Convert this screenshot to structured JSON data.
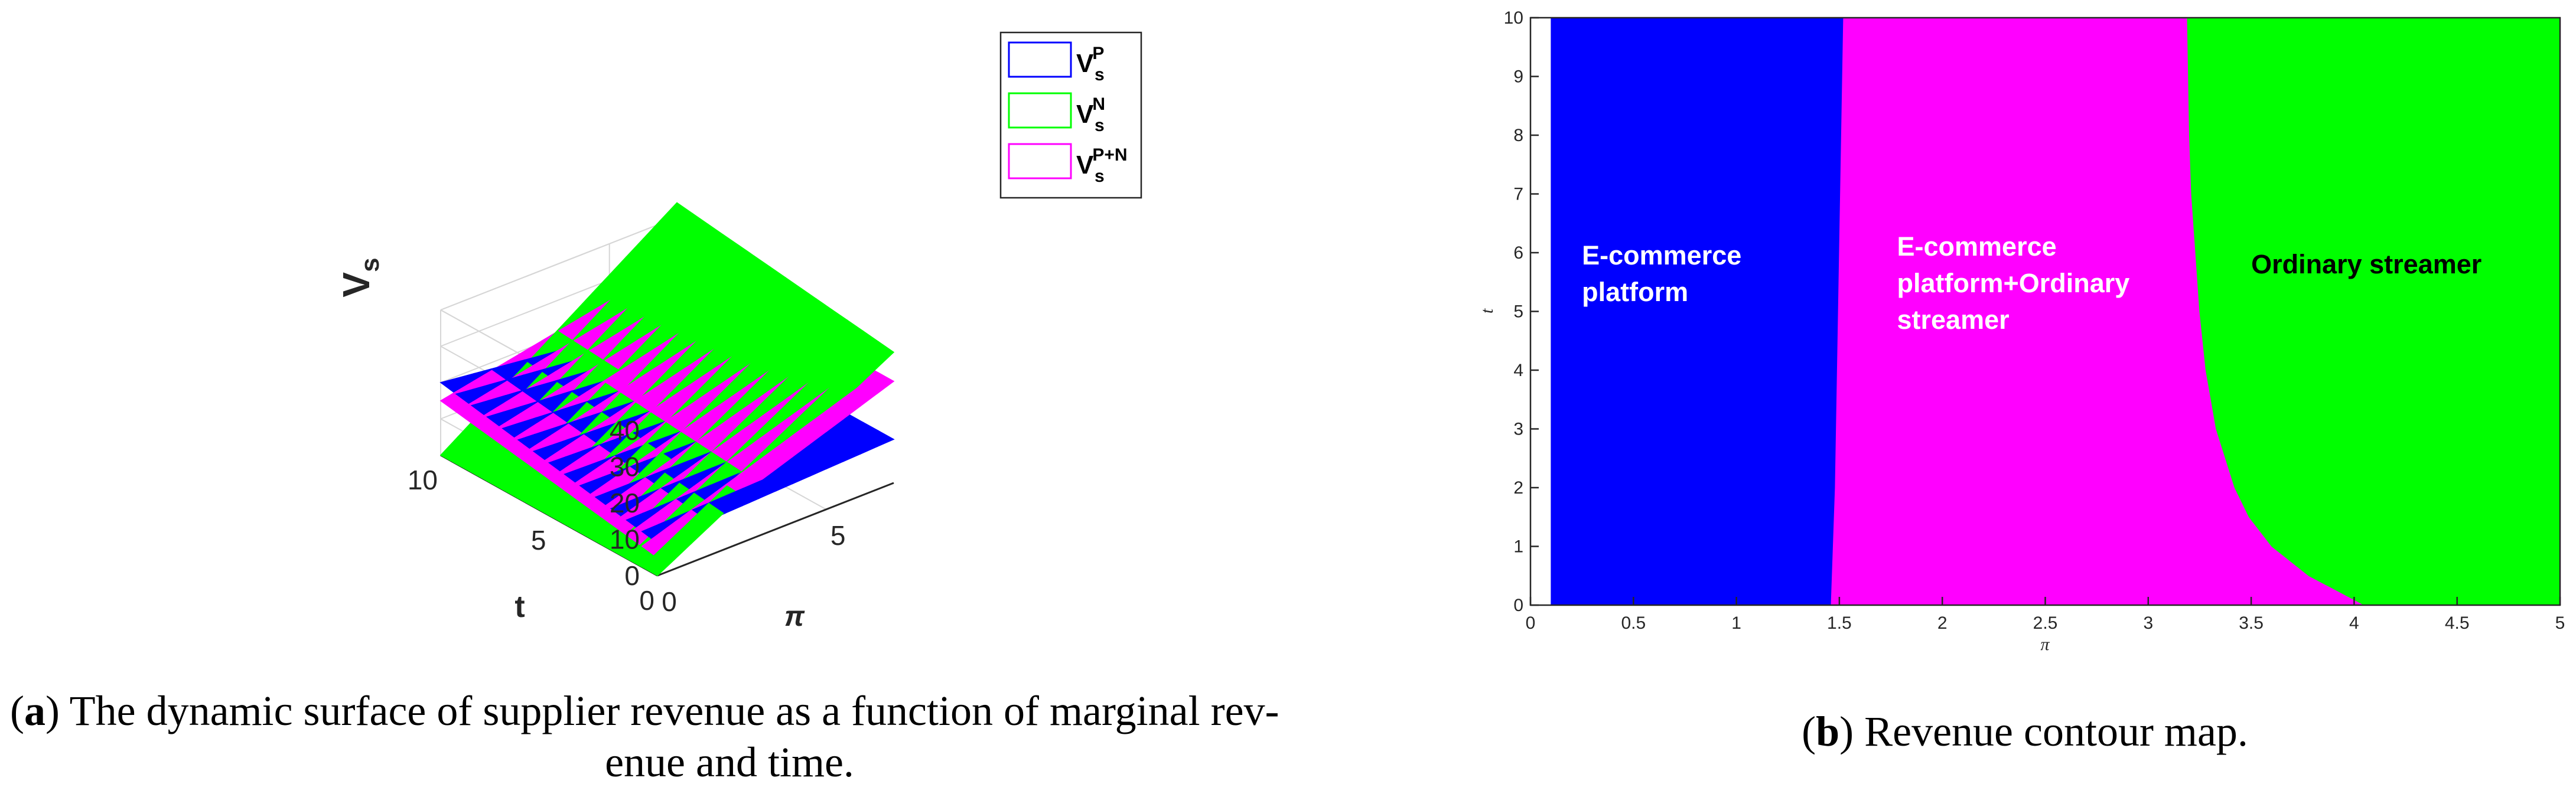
{
  "chart_data": [
    {
      "type": "surface3d",
      "zlabel": "V",
      "zlabel_sub": "s",
      "xlabel": "π",
      "ylabel": "t",
      "x_ticks": [
        "0",
        "5"
      ],
      "y_ticks": [
        "0",
        "5",
        "10"
      ],
      "z_ticks": [
        "0",
        "10",
        "20",
        "30",
        "40"
      ],
      "xlim": [
        0,
        7
      ],
      "ylim": [
        0,
        10
      ],
      "zlim": [
        0,
        40
      ],
      "legend_position": "top-right",
      "series": [
        {
          "label_main": "V",
          "label_sub": "s",
          "label_sup": "P",
          "color": "#0000ff",
          "corners": {
            "x0_t10": 20,
            "x0_t0": 9,
            "x7_t10": 12,
            "x7_t0": 12
          }
        },
        {
          "label_main": "V",
          "label_sub": "s",
          "label_sup": "N",
          "color": "#00ff00",
          "corners": {
            "x0_t10": 0,
            "x0_t0": 0,
            "x7_t10": 44,
            "x7_t0": 36
          }
        },
        {
          "label_main": "V",
          "label_sub": "s",
          "label_sup": "P+N",
          "color": "#ff00ff",
          "corners": {
            "x0_t10": 15,
            "x0_t0": 5,
            "x7_t10": 28,
            "x7_t0": 28
          }
        }
      ],
      "caption_label": "a",
      "caption_text_1": ") The dynamic surface of supplier revenue as a function of marginal rev-",
      "caption_text_2": "enue and time."
    },
    {
      "type": "contour",
      "xlabel": "π",
      "ylabel": "t",
      "xlim": [
        0,
        5
      ],
      "ylim": [
        0,
        10
      ],
      "x_ticks": [
        "0",
        "0.5",
        "1",
        "1.5",
        "2",
        "2.5",
        "3",
        "3.5",
        "4",
        "4.5",
        "5"
      ],
      "y_ticks": [
        "0",
        "1",
        "2",
        "3",
        "4",
        "5",
        "6",
        "7",
        "8",
        "9",
        "10"
      ],
      "data_x_min": 0.1,
      "boundary_1": {
        "t": [
          0,
          2,
          4,
          6,
          8,
          10
        ],
        "pi": [
          1.46,
          1.48,
          1.49,
          1.5,
          1.51,
          1.52
        ]
      },
      "boundary_2": {
        "t": [
          0,
          0.5,
          1,
          1.5,
          2,
          3,
          4,
          5,
          6,
          7,
          8,
          10
        ],
        "pi": [
          4.05,
          3.78,
          3.6,
          3.49,
          3.42,
          3.33,
          3.28,
          3.25,
          3.23,
          3.21,
          3.2,
          3.19
        ]
      },
      "regions": [
        {
          "lines": [
            "E-commerce",
            "platform"
          ],
          "color": "#0000ff",
          "text_color": "#ffffff",
          "label_at": [
            0.25,
            5.8
          ]
        },
        {
          "lines": [
            "E-commerce",
            "platform+Ordinary",
            "streamer"
          ],
          "color": "#ff00ff",
          "text_color": "#ffffff",
          "label_at": [
            1.78,
            5.95
          ]
        },
        {
          "lines": [
            "Ordinary streamer"
          ],
          "color": "#00ff00",
          "text_color": "#000000",
          "label_at": [
            3.5,
            5.65
          ]
        }
      ],
      "caption_label": "b",
      "caption_text": ") Revenue contour map."
    }
  ]
}
